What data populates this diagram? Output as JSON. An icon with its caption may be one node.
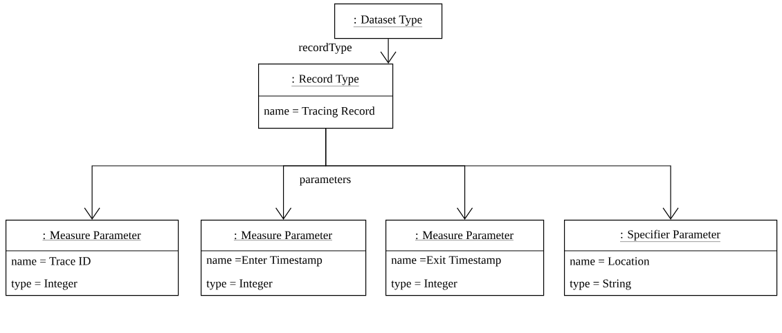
{
  "diagram": {
    "nodes": [
      {
        "text": [
          ": Dataset Type"
        ]
      },
      {
        "text": [
          ": Record Type",
          "name = Tracing Record"
        ]
      },
      {
        "text": [
          ": Measure Parameter",
          "name = Trace ID",
          "type = Integer"
        ]
      },
      {
        "text": [
          ": Measure Parameter",
          "name =Enter Timestamp",
          "type = Integer"
        ]
      },
      {
        "text": [
          ": Measure Parameter",
          "name =Exit Timestamp",
          "type = Integer"
        ]
      },
      {
        "text": [
          ": Specifier Parameter",
          "name = Location",
          "type = String"
        ]
      }
    ],
    "edges": [
      {
        "from": 0,
        "to": 1,
        "arrow": "to",
        "label": "recordType"
      },
      {
        "from": 1,
        "to": 2,
        "arrow": "to",
        "label": "parameters"
      },
      {
        "from": 1,
        "to": 3,
        "arrow": "to"
      },
      {
        "from": 1,
        "to": 4,
        "arrow": "to"
      },
      {
        "from": 1,
        "to": 5,
        "arrow": "to"
      }
    ]
  }
}
